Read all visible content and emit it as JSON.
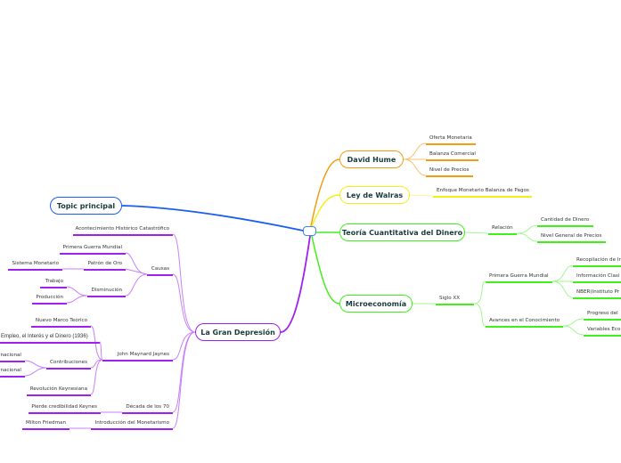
{
  "colors": {
    "blue": "#1a5ef0",
    "purple": "#a020f0",
    "orange": "#f39c12",
    "yellow": "#f4ef1a",
    "green": "#3ff01a"
  },
  "topic_principal": "Topic principal",
  "gran_depresion": {
    "title": "La Gran Depresión",
    "acontecimiento": "Acontecimiento Histórico Catastrófico",
    "causas": {
      "label": "Causas",
      "primera_guerra": "Primera Guerra Mundial",
      "patron_oro": "Patrón de Oro",
      "sistema_monetario": "Sistema Monetario",
      "disminucion": "Disminución",
      "trabajo": "Trabajo",
      "produccion": "Producción"
    },
    "keynes": {
      "label": "John Maynard Jaynes",
      "nuevo_marco": "Nuevo Marco Teórico",
      "teoria_general": "Empleo, el Interés y el Dinero (1936)",
      "contribuciones": "Contribuciones",
      "contrib_1": "nacional",
      "contrib_2": "nacional",
      "revolucion": "Revolución Keynesiana"
    },
    "decada": {
      "label": "Década de los 70",
      "pierde": "Pierde credibilidad Keynes"
    },
    "monetarismo": {
      "label": "Introducción del Monetarismo",
      "friedman": "Milton Friedman"
    }
  },
  "david_hume": {
    "title": "David Hume",
    "items": [
      "Oferta Monetaria",
      "Balanza Comercial",
      "Nivel de Precios"
    ]
  },
  "ley_walras": {
    "title": "Ley de Walras",
    "item": "Enfoque Monetario Balanza de Pagos"
  },
  "teoria_cuantitativa": {
    "title": "Teoría Cuantitativa del Dinero",
    "relacion": "Relación",
    "items": [
      "Cantidad de Dinero",
      "Nivel General de Precios"
    ]
  },
  "microeconomia": {
    "title": "Microeconomía",
    "siglo": "Siglo XX",
    "primera_guerra": {
      "label": "Primera Guerra Mundial",
      "items": [
        "Recopilación de Ir",
        "Información Clasi",
        "NBER(Instituto Pr"
      ]
    },
    "avances": {
      "label": "Avances en el Conocimiento",
      "items": [
        "Progreso del",
        "Variables Eco"
      ]
    }
  }
}
